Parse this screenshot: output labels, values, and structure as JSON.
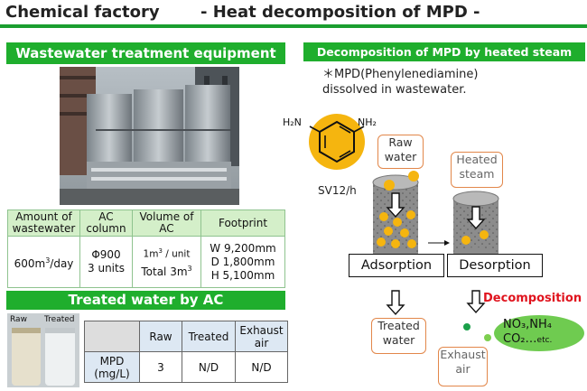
{
  "header": {
    "title": "Chemical factory",
    "subtitle": "- Heat decomposition of MPD -"
  },
  "left_top": {
    "heading": "Wastewater treatment equipment",
    "table": {
      "headers": [
        "Amount of wastewater",
        "AC column",
        "Volume of AC",
        "Footprint"
      ],
      "amount": "600m",
      "amount_sup": "3",
      "amount_unit": "/day",
      "ac_column_1": "Φ900",
      "ac_column_2": "3 units",
      "volume_1": "1m",
      "volume_1_sup": "3",
      "volume_1_unit": " / unit",
      "volume_2": "Total 3m",
      "volume_2_sup": "3",
      "footprint_w": "W 9,200mm",
      "footprint_d": "D 1,800mm",
      "footprint_h": "H 5,100mm"
    }
  },
  "left_bottom": {
    "heading": "Treated water by AC",
    "photo_labels": [
      "Raw",
      "Treated"
    ],
    "table": {
      "columns": [
        "Raw",
        "Treated",
        "Exhaust air"
      ],
      "row_label": "MPD (mg/L)",
      "values": [
        "3",
        "N/D",
        "N/D"
      ]
    }
  },
  "right": {
    "heading": "Decomposition of MPD by heated steam",
    "note_line1": "＊MPD(Phenylenediamine)",
    "note_line2": "dissolved in wastewater.",
    "nh2_left": "H₂N",
    "nh2_right": "NH₂",
    "raw_water": "Raw water",
    "heated_steam": "Heated steam",
    "sv": "SV12/h",
    "adsorption": "Adsorption",
    "desorption": "Desorption",
    "decomposition": "Decomposition",
    "treated_water": "Treated water",
    "exhaust_air": "Exhaust air",
    "products_line1": "NO₃,NH₄",
    "products_line2": "CO₂…",
    "products_etc": "etc."
  },
  "colors": {
    "accent_green": "#1fae2d",
    "table_header_green": "#d4efc9",
    "orange_outline": "#e2874a",
    "pellet_orange": "#f5b50f",
    "decomposition_red": "#e0141e",
    "product_green": "#5fc24a"
  }
}
